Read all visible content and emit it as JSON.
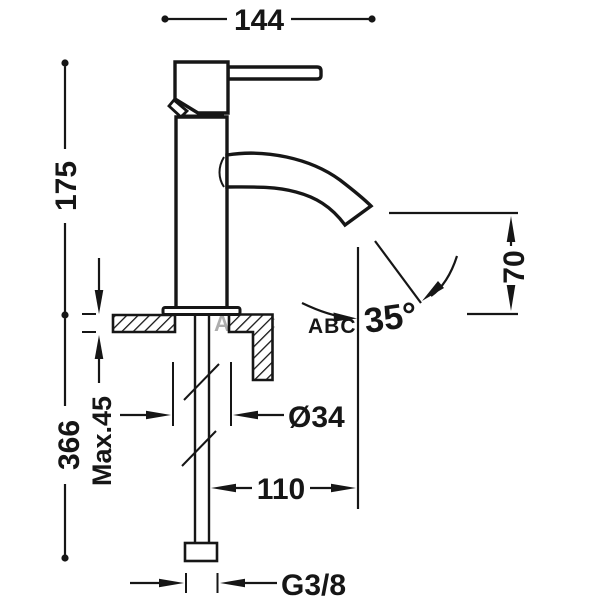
{
  "drawing": {
    "type": "technical-dimension-drawing",
    "subject": "single-lever basin faucet, side elevation with installation dimensions",
    "dimensions": {
      "top_width": "144",
      "upper_height": "175",
      "total_height": "366",
      "deck_thickness": "Max.45",
      "outlet_height": "70",
      "stream_angle": "35°",
      "body_diameter": "Ø34",
      "outlet_reach": "110",
      "thread": "G3/8"
    },
    "watermark": {
      "text": "ABC",
      "color": "#a5c84f"
    },
    "colors": {
      "line": "#161616",
      "background": "#ffffff"
    }
  }
}
